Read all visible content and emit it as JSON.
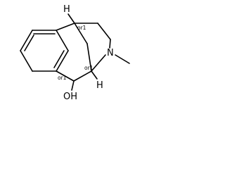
{
  "molecule": {
    "atoms": {
      "h_top": "H",
      "h_bridge": "H",
      "nitrogen": "N",
      "hydroxyl": "OH"
    },
    "stereo_labels": {
      "top": "or1",
      "bridge": "or1",
      "carbinol": "or1"
    }
  }
}
